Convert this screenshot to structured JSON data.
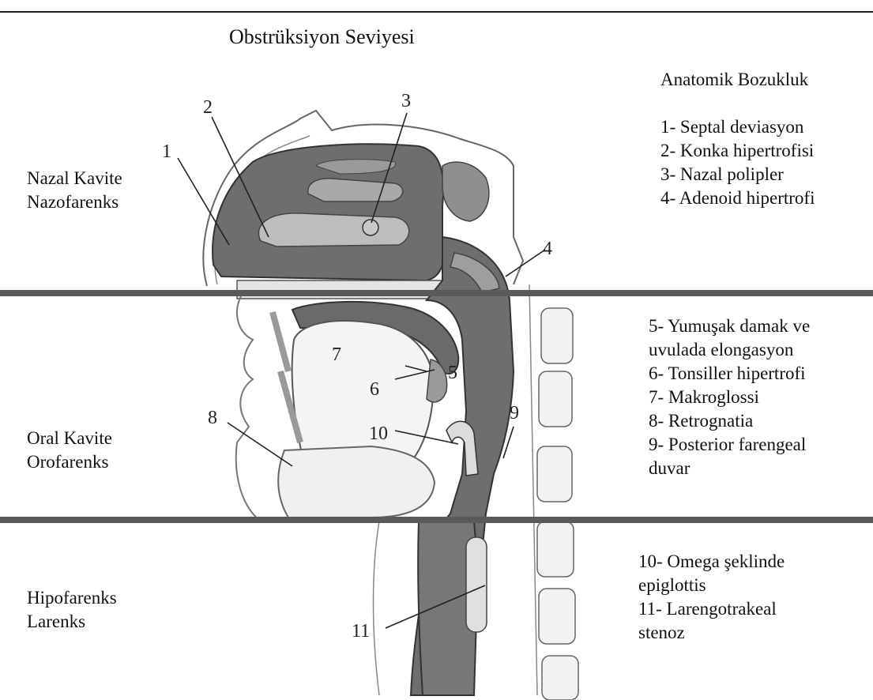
{
  "title": "Obstrüksiyon Seviyesi",
  "legend_title": "Anatomik Bozukluk",
  "regions": [
    {
      "line1": "Nazal Kavite",
      "line2": "Nazofarenks"
    },
    {
      "line1": "Oral Kavite",
      "line2": "Orofarenks"
    },
    {
      "line1": "Hipofarenks",
      "line2": "Larenks"
    }
  ],
  "legend_groups": [
    [
      "1- Septal deviasyon",
      "2- Konka hipertrofisi",
      "3- Nazal polipler",
      "4- Adenoid hipertrofi"
    ],
    [
      "5- Yumuşak damak ve",
      "uvulada elongasyon",
      "6- Tonsiller hipertrofi",
      "7- Makroglossi",
      "8- Retrognatia",
      "9- Posterior  farengeal",
      "duvar"
    ],
    [
      "10- Omega şeklinde",
      "epiglottis",
      "11- Larengotrakeal",
      "stenoz"
    ]
  ],
  "figure_labels": [
    "1",
    "2",
    "3",
    "4",
    "5",
    "6",
    "7",
    "8",
    "9",
    "10",
    "11"
  ],
  "colors": {
    "airway": "#6e6e6e",
    "outline": "#555555",
    "band": "#5a5a5a"
  }
}
